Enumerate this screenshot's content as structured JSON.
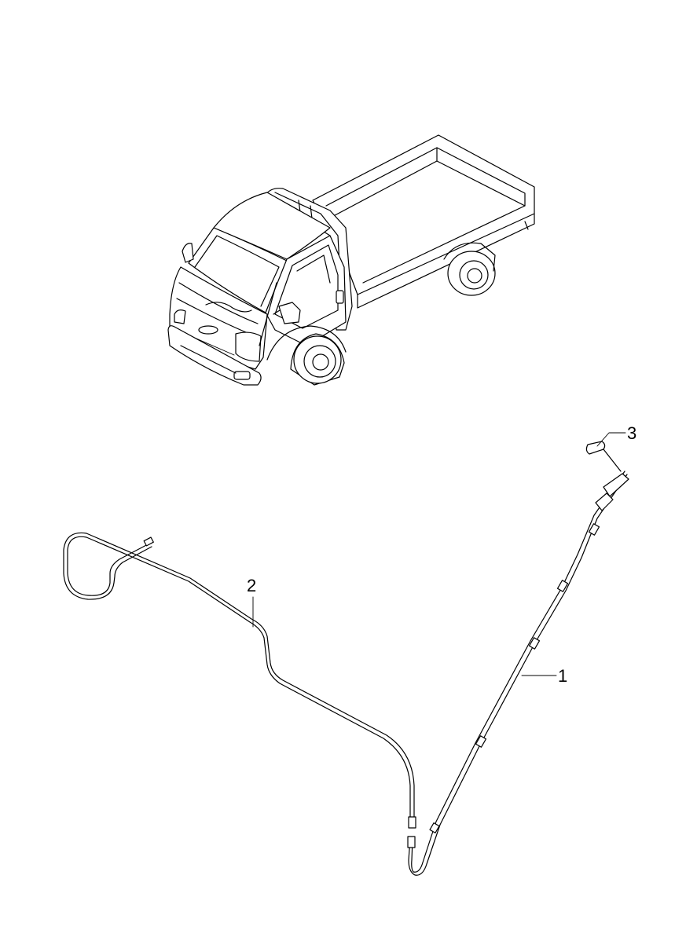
{
  "diagram": {
    "callouts": [
      {
        "id": "callout-1",
        "label": "1"
      },
      {
        "id": "callout-2",
        "label": "2"
      },
      {
        "id": "callout-3",
        "label": "3"
      }
    ]
  }
}
